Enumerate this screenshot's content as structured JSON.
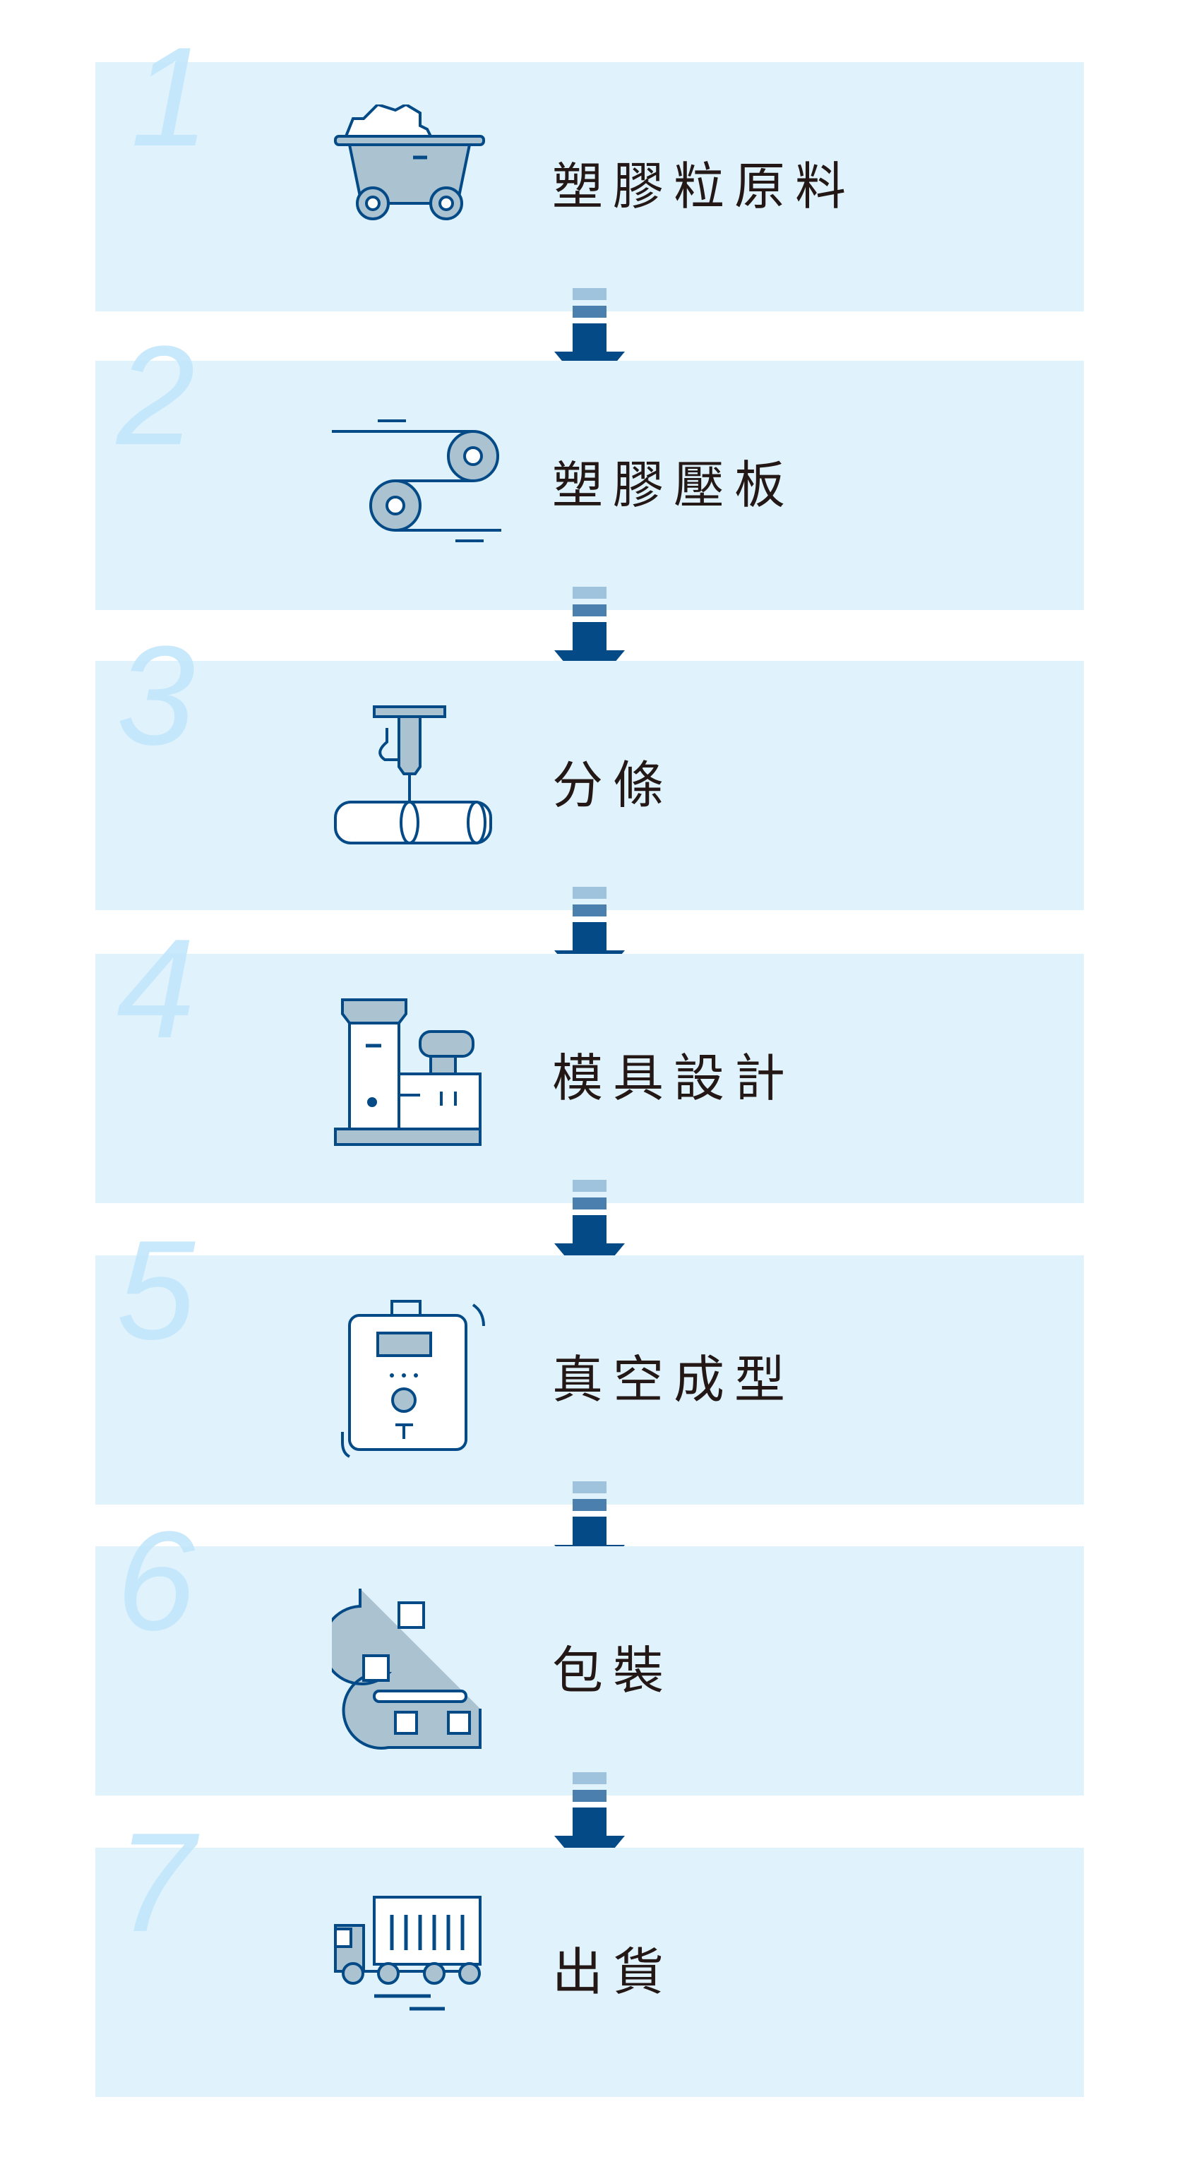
{
  "colors": {
    "panel": "#e0f3fc",
    "number": "#c3e6fb",
    "arrow": "#034a87",
    "arrow_mid": "#4a7fae",
    "arrow_light": "#9fc3dc",
    "icon_fill": "#abc3d0",
    "icon_stroke": "#034a87"
  },
  "steps": [
    {
      "number": "1",
      "label": "塑膠粒原料",
      "icon": "mine-cart-icon"
    },
    {
      "number": "2",
      "label": "塑膠壓板",
      "icon": "sheet-roller-icon"
    },
    {
      "number": "3",
      "label": "分條",
      "icon": "slitting-cutter-icon"
    },
    {
      "number": "4",
      "label": "模具設計",
      "icon": "mold-machine-icon"
    },
    {
      "number": "5",
      "label": "真空成型",
      "icon": "vacuum-forming-machine-icon"
    },
    {
      "number": "6",
      "label": "包裝",
      "icon": "packaging-conveyor-icon"
    },
    {
      "number": "7",
      "label": "出貨",
      "icon": "delivery-truck-icon"
    }
  ]
}
